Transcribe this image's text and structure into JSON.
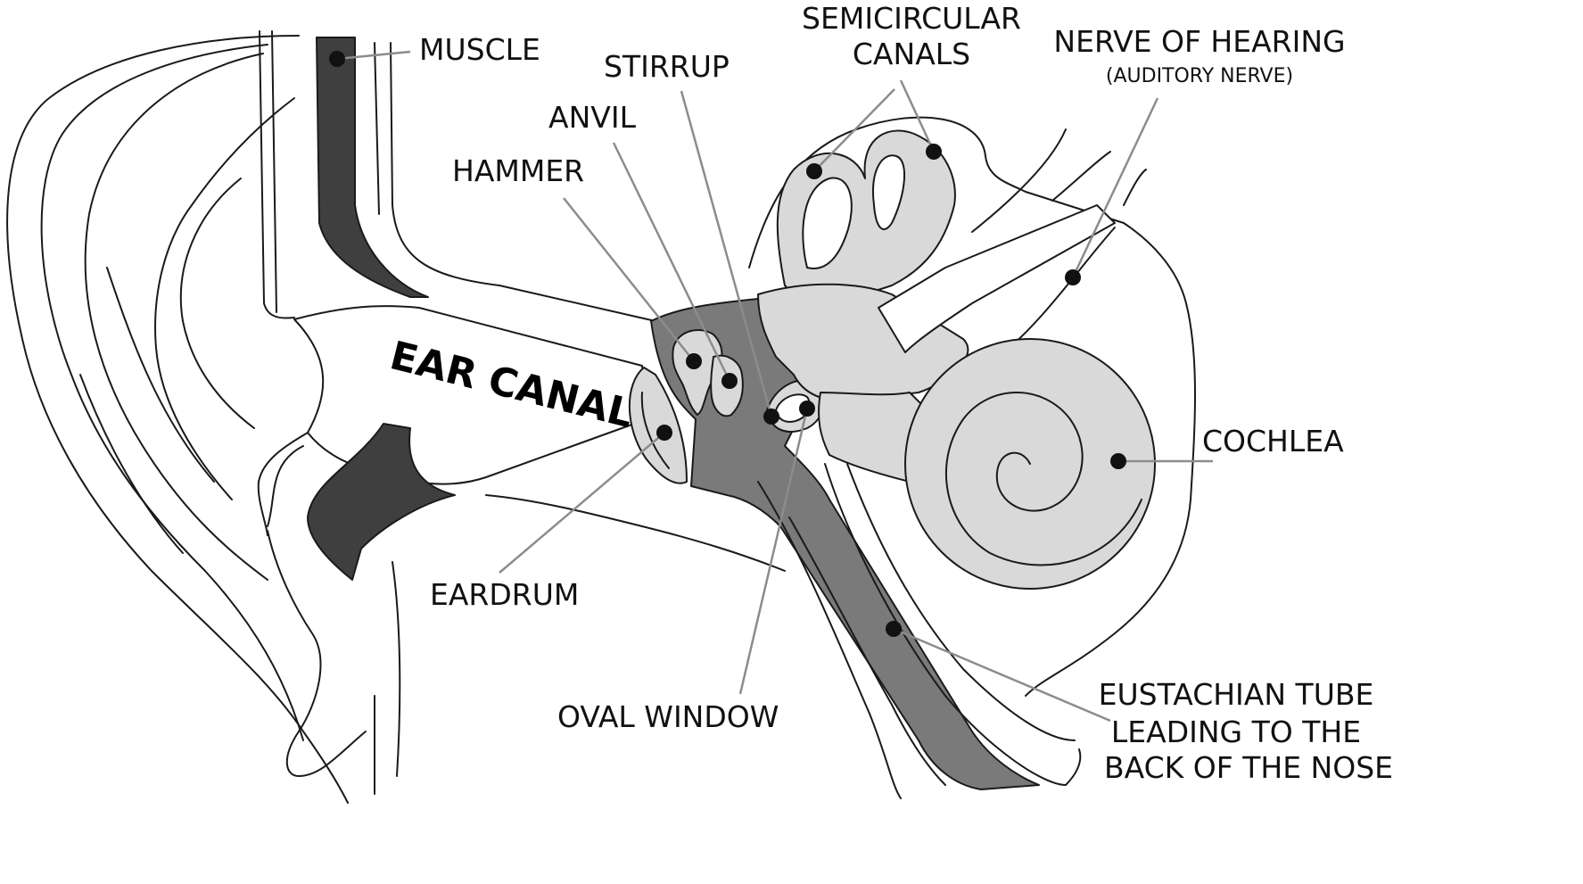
{
  "labels": {
    "muscle": "MUSCLE",
    "semicircular_1": "SEMICIRCULAR",
    "semicircular_2": "CANALS",
    "nerve_1": "NERVE OF HEARING",
    "nerve_2": "(AUDITORY NERVE)",
    "stirrup": "STIRRUP",
    "anvil": "ANVIL",
    "hammer": "HAMMER",
    "ear_canal": "EAR CANAL",
    "cochlea": "COCHLEA",
    "eardrum": "EARDRUM",
    "oval_window": "OVAL WINDOW",
    "eustachian_1": "EUSTACHIAN TUBE",
    "eustachian_2": "LEADING TO THE",
    "eustachian_3": "BACK OF THE NOSE"
  },
  "colors": {
    "bone_dark": "#3f3f3f",
    "middle_gray": "#7a7a7a",
    "inner_light": "#d9d9d9",
    "leader": "#8c8c8c"
  }
}
